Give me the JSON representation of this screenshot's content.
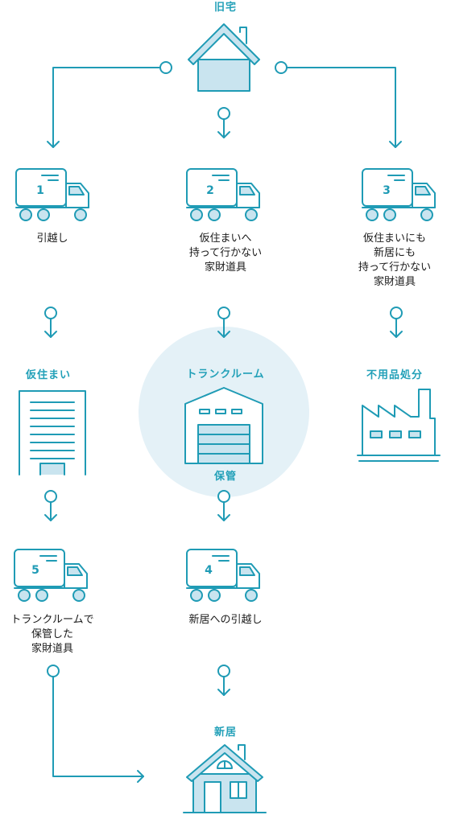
{
  "colors": {
    "accent": "#1f9bb5",
    "fill_light": "#c9e4ef",
    "circle_bg": "#e4f1f7",
    "text": "#1a1a1a"
  },
  "headings": {
    "old_home": "旧宅",
    "temp_home": "仮住まい",
    "trunk_room": "トランクルーム",
    "disposal": "不用品処分",
    "storage": "保管",
    "new_home": "新居"
  },
  "trucks": [
    {
      "number": "1",
      "label": "引越し"
    },
    {
      "number": "2",
      "label": "仮住まいへ\n持って行かない\n家財道具"
    },
    {
      "number": "3",
      "label": "仮住まいにも\n新居にも\n持って行かない\n家財道具"
    },
    {
      "number": "4",
      "label": "新居への引越し"
    },
    {
      "number": "5",
      "label": "トランクルームで\n保管した\n家財道具"
    }
  ],
  "icons": [
    "house-icon",
    "truck-icon",
    "building-icon",
    "warehouse-icon",
    "factory-icon",
    "new-house-icon"
  ]
}
